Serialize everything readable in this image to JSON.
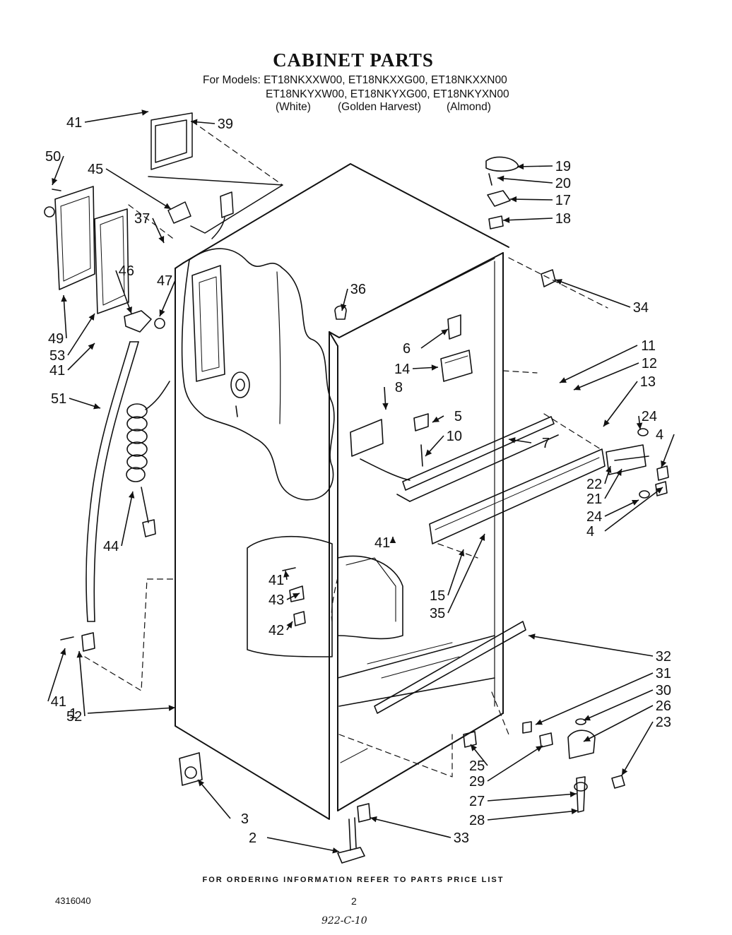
{
  "title": "CABINET PARTS",
  "models_line1": "For Models: ET18NKXXW00, ET18NKXXG00, ET18NKXXN00",
  "models_line2": "ET18NKYXW00, ET18NKYXG00, ET18NKYXN00",
  "colors": [
    "(White)",
    "(Golden Harvest)",
    "(Almond)"
  ],
  "callouts": [
    "41",
    "39",
    "50",
    "45",
    "37",
    "46",
    "47",
    "49",
    "53",
    "41",
    "51",
    "44",
    "36",
    "19",
    "20",
    "17",
    "18",
    "34",
    "6",
    "14",
    "8",
    "5",
    "10",
    "11",
    "12",
    "13",
    "24",
    "4",
    "7",
    "22",
    "21",
    "24",
    "4",
    "41",
    "15",
    "35",
    "41",
    "43",
    "42",
    "32",
    "31",
    "30",
    "26",
    "23",
    "41",
    "52",
    "1",
    "25",
    "29",
    "27",
    "28",
    "3",
    "2",
    "33"
  ],
  "footer_note": "FOR ORDERING INFORMATION REFER TO PARTS PRICE LIST",
  "doc_number": "4316040",
  "page_number": "2",
  "handwritten_note": "922-C-10"
}
